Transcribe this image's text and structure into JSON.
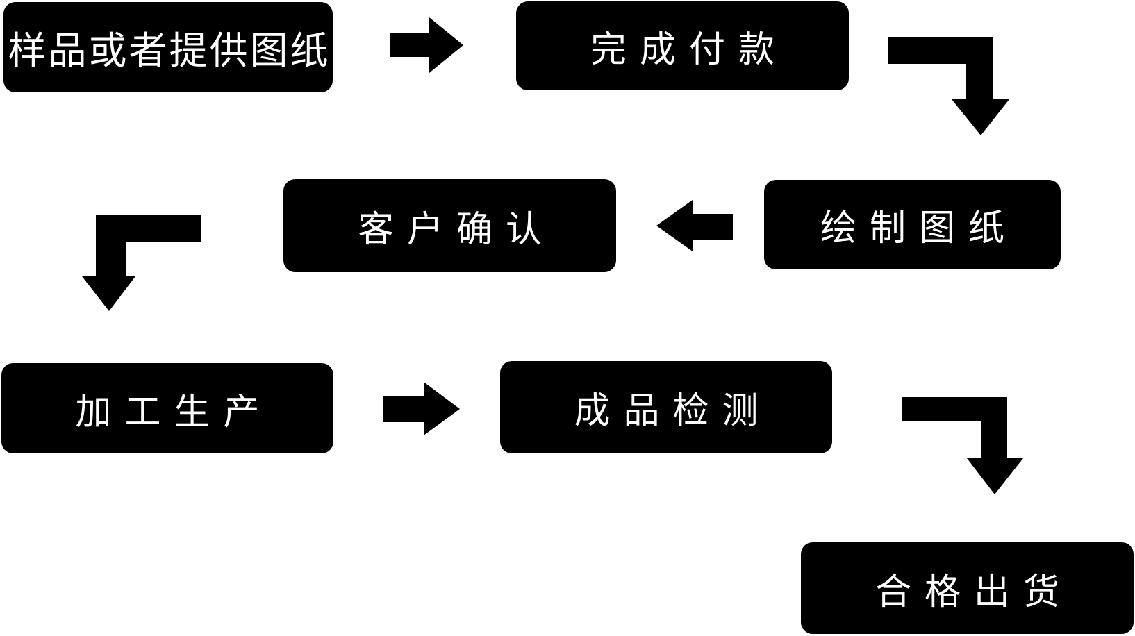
{
  "page": {
    "background_color": "#ffffff",
    "node_fill_color": "#000000",
    "node_text_color": "#ffffff",
    "arrow_color": "#000000"
  },
  "flowchart": {
    "title": "",
    "nodes": [
      {
        "id": "sample-or-drawing-provided",
        "label": "样品或者提供图纸"
      },
      {
        "id": "complete-payment",
        "label": "完成付款"
      },
      {
        "id": "draw-drawing",
        "label": "绘制图纸"
      },
      {
        "id": "customer-confirmation",
        "label": "客户确认"
      },
      {
        "id": "processing-production",
        "label": "加工生产"
      },
      {
        "id": "finished-product-inspection",
        "label": "成品检测"
      },
      {
        "id": "qualified-shipment",
        "label": "合格出货"
      }
    ],
    "connections": [
      {
        "from": "sample-or-drawing-provided",
        "to": "complete-payment",
        "direction": "right"
      },
      {
        "from": "complete-payment",
        "to": "draw-drawing",
        "direction": "right-then-down"
      },
      {
        "from": "draw-drawing",
        "to": "customer-confirmation",
        "direction": "left"
      },
      {
        "from": "customer-confirmation",
        "to": "processing-production",
        "direction": "left-then-down"
      },
      {
        "from": "processing-production",
        "to": "finished-product-inspection",
        "direction": "right"
      },
      {
        "from": "finished-product-inspection",
        "to": "qualified-shipment",
        "direction": "right-then-down"
      }
    ]
  }
}
